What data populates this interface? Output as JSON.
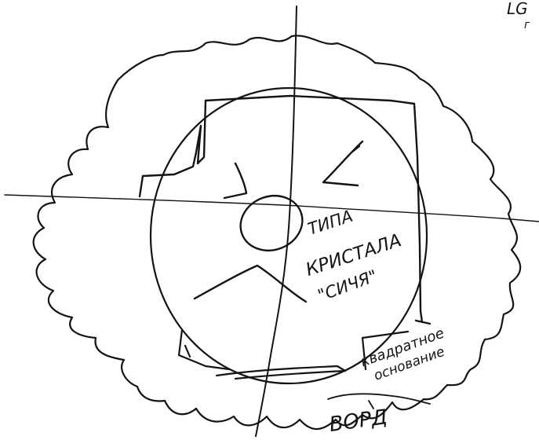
{
  "labels": {
    "crystal_type_line1": "ТИПА",
    "crystal_type_line2": "КРИСТАЛА",
    "crystal_type_line3": "\"СИЧЯ\"",
    "square_base_line1": "квадратное",
    "square_base_line2": "основание",
    "bottom_word": "ВОРД",
    "corner_line1": "LG",
    "corner_line2": "г"
  },
  "colors": {
    "ink": "#141414",
    "paper": "#ffffff"
  }
}
